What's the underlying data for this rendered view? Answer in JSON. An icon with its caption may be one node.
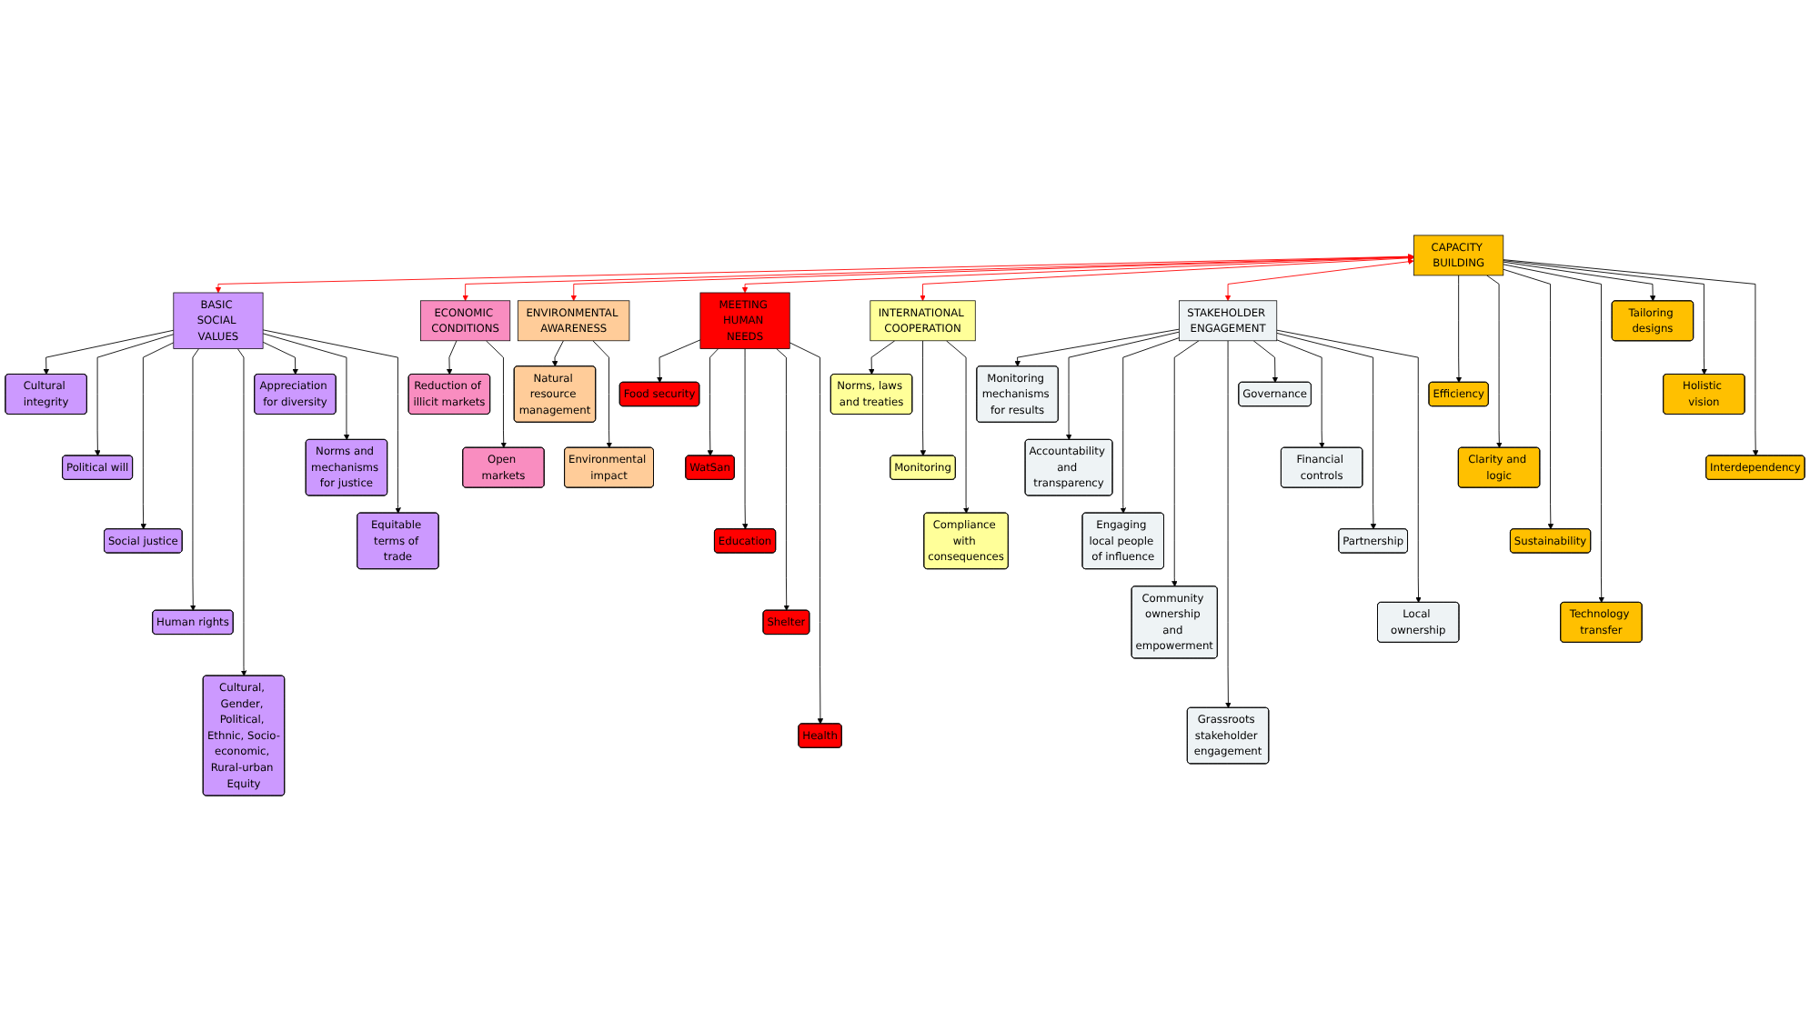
{
  "diagram": {
    "nodes": [
      {
        "text": [
          "CAPACITY BUILDING"
        ]
      },
      {
        "text": [
          "BASIC SOCIAL VALUES"
        ]
      },
      {
        "text": [
          "ECONOMIC CONDITIONS"
        ]
      },
      {
        "text": [
          "ENVIRONMENTAL AWARENESS"
        ]
      },
      {
        "text": [
          "MEETING HUMAN NEEDS"
        ]
      },
      {
        "text": [
          "INTERNATIONAL COOPERATION"
        ]
      },
      {
        "text": [
          "STAKEHOLDER ENGAGEMENT"
        ]
      },
      {
        "text": [
          "Cultural integrity"
        ]
      },
      {
        "text": [
          "Political will"
        ]
      },
      {
        "text": [
          "Social justice"
        ]
      },
      {
        "text": [
          "Human rights"
        ]
      },
      {
        "text": [
          "Cultural, Gender, Political, Ethnic, Socio-economic, Rural-urban Equity"
        ]
      },
      {
        "text": [
          "Appreciation for diversity"
        ]
      },
      {
        "text": [
          "Norms and mechanisms for justice"
        ]
      },
      {
        "text": [
          "Equitable terms of trade"
        ]
      },
      {
        "text": [
          "Reduction of illicit markets"
        ]
      },
      {
        "text": [
          "Open markets"
        ]
      },
      {
        "text": [
          "Natural resource management"
        ]
      },
      {
        "text": [
          "Environmental impact"
        ]
      },
      {
        "text": [
          "Food security"
        ]
      },
      {
        "text": [
          "WatSan"
        ]
      },
      {
        "text": [
          "Education"
        ]
      },
      {
        "text": [
          "Shelter"
        ]
      },
      {
        "text": [
          "Health"
        ]
      },
      {
        "text": [
          "Norms, laws and treaties"
        ]
      },
      {
        "text": [
          "Monitoring"
        ]
      },
      {
        "text": [
          "Compliance with consequences"
        ]
      },
      {
        "text": [
          "Monitoring mechanisms for results"
        ]
      },
      {
        "text": [
          "Accountability and transparency"
        ]
      },
      {
        "text": [
          "Engaging local people of influence"
        ]
      },
      {
        "text": [
          "Community ownership and empowerment"
        ]
      },
      {
        "text": [
          "Grassroots stakeholder engagement"
        ]
      },
      {
        "text": [
          "Governance"
        ]
      },
      {
        "text": [
          "Financial controls"
        ]
      },
      {
        "text": [
          "Partnership"
        ]
      },
      {
        "text": [
          "Local ownership"
        ]
      },
      {
        "text": [
          "Efficiency"
        ]
      },
      {
        "text": [
          "Clarity and logic"
        ]
      },
      {
        "text": [
          "Sustainability"
        ]
      },
      {
        "text": [
          "Technology transfer"
        ]
      },
      {
        "text": [
          "Tailoring designs"
        ]
      },
      {
        "text": [
          "Holistic vision"
        ]
      },
      {
        "text": [
          "Interdependency"
        ]
      }
    ],
    "edges": [
      {
        "from": 0,
        "to": 1,
        "arrow": "both",
        "color": "#ff0000"
      },
      {
        "from": 0,
        "to": 2,
        "arrow": "both",
        "color": "#ff0000"
      },
      {
        "from": 0,
        "to": 3,
        "arrow": "both",
        "color": "#ff0000"
      },
      {
        "from": 0,
        "to": 4,
        "arrow": "both",
        "color": "#ff0000"
      },
      {
        "from": 0,
        "to": 5,
        "arrow": "both",
        "color": "#ff0000"
      },
      {
        "from": 0,
        "to": 6,
        "arrow": "both",
        "color": "#ff0000"
      },
      {
        "from": 1,
        "to": 7,
        "arrow": "to"
      },
      {
        "from": 1,
        "to": 8,
        "arrow": "to"
      },
      {
        "from": 1,
        "to": 9,
        "arrow": "to"
      },
      {
        "from": 1,
        "to": 10,
        "arrow": "to"
      },
      {
        "from": 1,
        "to": 11,
        "arrow": "to"
      },
      {
        "from": 1,
        "to": 12,
        "arrow": "to"
      },
      {
        "from": 1,
        "to": 13,
        "arrow": "to"
      },
      {
        "from": 1,
        "to": 14,
        "arrow": "to"
      },
      {
        "from": 2,
        "to": 15,
        "arrow": "to"
      },
      {
        "from": 2,
        "to": 16,
        "arrow": "to"
      },
      {
        "from": 3,
        "to": 17,
        "arrow": "to"
      },
      {
        "from": 3,
        "to": 18,
        "arrow": "to"
      },
      {
        "from": 4,
        "to": 19,
        "arrow": "to"
      },
      {
        "from": 4,
        "to": 20,
        "arrow": "to"
      },
      {
        "from": 4,
        "to": 21,
        "arrow": "to"
      },
      {
        "from": 4,
        "to": 22,
        "arrow": "to"
      },
      {
        "from": 4,
        "to": 23,
        "arrow": "to"
      },
      {
        "from": 5,
        "to": 24,
        "arrow": "to"
      },
      {
        "from": 5,
        "to": 25,
        "arrow": "to"
      },
      {
        "from": 5,
        "to": 26,
        "arrow": "to"
      },
      {
        "from": 6,
        "to": 27,
        "arrow": "to"
      },
      {
        "from": 6,
        "to": 28,
        "arrow": "to"
      },
      {
        "from": 6,
        "to": 29,
        "arrow": "to"
      },
      {
        "from": 6,
        "to": 30,
        "arrow": "to"
      },
      {
        "from": 6,
        "to": 31,
        "arrow": "to"
      },
      {
        "from": 6,
        "to": 32,
        "arrow": "to"
      },
      {
        "from": 6,
        "to": 33,
        "arrow": "to"
      },
      {
        "from": 6,
        "to": 34,
        "arrow": "to"
      },
      {
        "from": 6,
        "to": 35,
        "arrow": "to"
      },
      {
        "from": 0,
        "to": 36,
        "arrow": "to"
      },
      {
        "from": 0,
        "to": 37,
        "arrow": "to"
      },
      {
        "from": 0,
        "to": 38,
        "arrow": "to"
      },
      {
        "from": 0,
        "to": 39,
        "arrow": "to"
      },
      {
        "from": 0,
        "to": 40,
        "arrow": "to"
      },
      {
        "from": 0,
        "to": 41,
        "arrow": "to"
      },
      {
        "from": 0,
        "to": 42,
        "arrow": "to"
      }
    ]
  }
}
